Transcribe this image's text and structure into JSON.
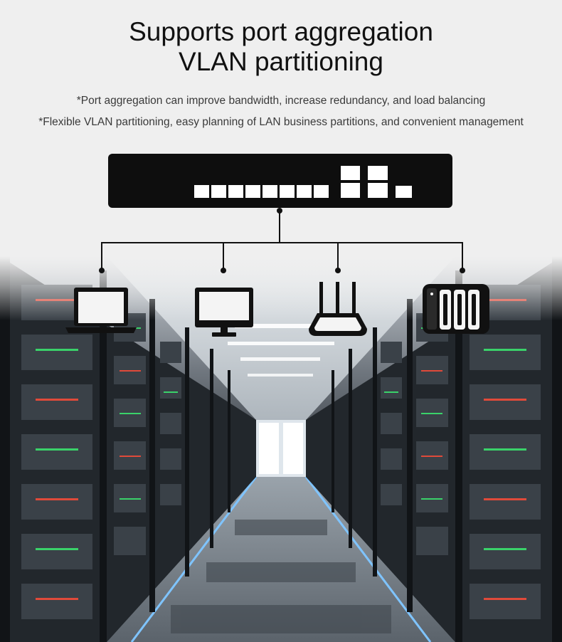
{
  "heading": {
    "line1": "Supports port aggregation",
    "line2": "VLAN partitioning"
  },
  "notes": [
    "*Port aggregation can improve bandwidth, increase redundancy, and load balancing",
    "*Flexible VLAN partitioning, easy planning of LAN business partitions, and convenient management"
  ],
  "diagram": {
    "switch_icon": "network-switch-icon",
    "devices": [
      "laptop-icon",
      "monitor-icon",
      "router-icon",
      "nas-storage-icon"
    ]
  },
  "background": "data-center-server-aisle"
}
